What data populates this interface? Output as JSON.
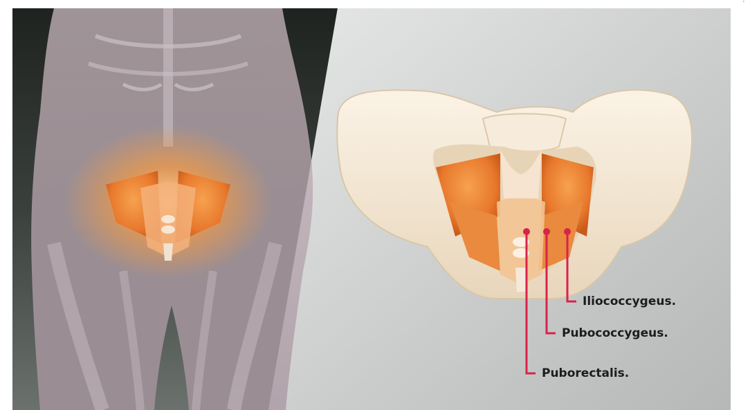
{
  "image": {
    "left_panel": {
      "subject": "translucent human torso and thighs with highlighted pelvic floor muscles",
      "background_color": "#2f3430",
      "body_color": "#b8a8ae",
      "highlight_color": "#f08a3a"
    },
    "right_panel": {
      "subject": "pelvis bone model with pelvic floor muscles",
      "background_color": "#c9cbca",
      "bone_color": "#f3e6d2",
      "muscle_color": "#ea8a3c"
    },
    "callouts": [
      {
        "label": "Iliococcygeus."
      },
      {
        "label": "Pubococcygeus."
      },
      {
        "label": "Puborectalis."
      }
    ],
    "callout_line_color": "#d8234a",
    "corner_mark": "’"
  }
}
